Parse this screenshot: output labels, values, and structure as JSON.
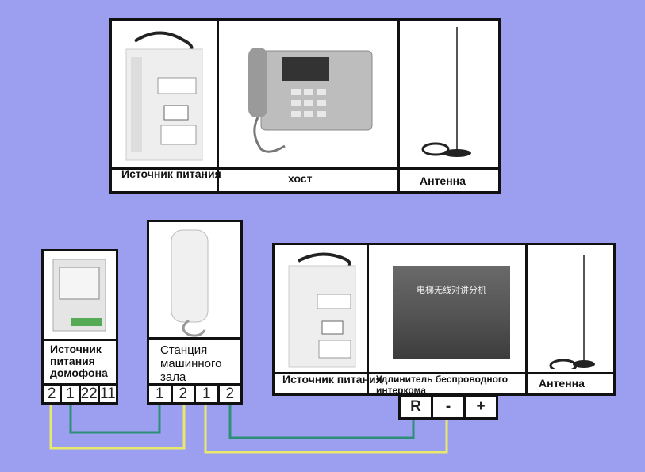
{
  "top_panel": {
    "power_label": "Источник питания",
    "host_label": "хост",
    "antenna_label": "Антенна"
  },
  "intercom_power": {
    "label": "Источник питания домофона",
    "terminals": [
      "2",
      "1",
      "22",
      "11"
    ]
  },
  "machine_room_station": {
    "label": "Станция машинного зала",
    "terminals": [
      "1",
      "2",
      "1",
      "2"
    ]
  },
  "bottom_panel": {
    "power_label": "Источник питания",
    "extender_label": "Удлинитель беспроводного интеркома",
    "extender_device_text": "电梯无线对讲分机",
    "antenna_label": "Антенна",
    "terminals": [
      "R",
      "-",
      "+"
    ]
  },
  "colors": {
    "background": "#9c9ff0",
    "wire_yellow": "#e8e86a",
    "wire_green": "#2e8f78"
  }
}
